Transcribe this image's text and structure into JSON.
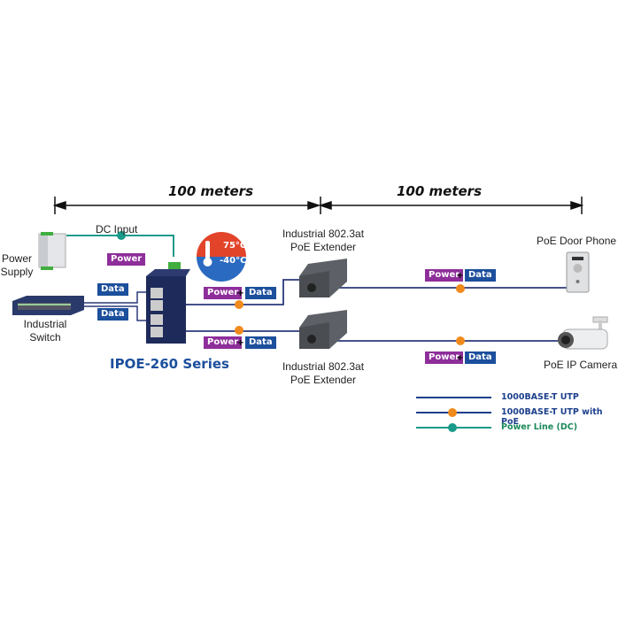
{
  "distances": [
    {
      "label": "100 meters"
    },
    {
      "label": "100 meters"
    }
  ],
  "devices": {
    "power_supply": "Power\nSupply",
    "dc_input": "DC Input",
    "industrial_switch": "Industrial\nSwitch",
    "extender_top": "Industrial 802.3at\nPoE Extender",
    "extender_bottom": "Industrial 802.3at\nPoE Extender",
    "door_phone": "PoE Door Phone",
    "ip_camera": "PoE IP Camera"
  },
  "product": {
    "series": "IPOE-260 Series"
  },
  "temperature": {
    "high": "75°C",
    "low": "-40°C"
  },
  "tags": {
    "power": "Power",
    "data": "Data",
    "plus": "+"
  },
  "badges": {
    "poe": "PoE",
    "dc": "DC"
  },
  "legend": [
    {
      "label": "1000BASE-T UTP",
      "color": "#1c3f8c",
      "marker": "none"
    },
    {
      "label": "1000BASE-T UTP with PoE",
      "color": "#1c3f8c",
      "marker": "poe"
    },
    {
      "label": "Power Line (DC)",
      "color": "#1a9a8a",
      "marker": "dc"
    }
  ],
  "colors": {
    "utp": "#2b3a7a",
    "dc": "#1a9a8a",
    "poe_badge": "#f08a1c",
    "power_tag": "#8e2e9a",
    "data_tag": "#1c4f9c"
  }
}
